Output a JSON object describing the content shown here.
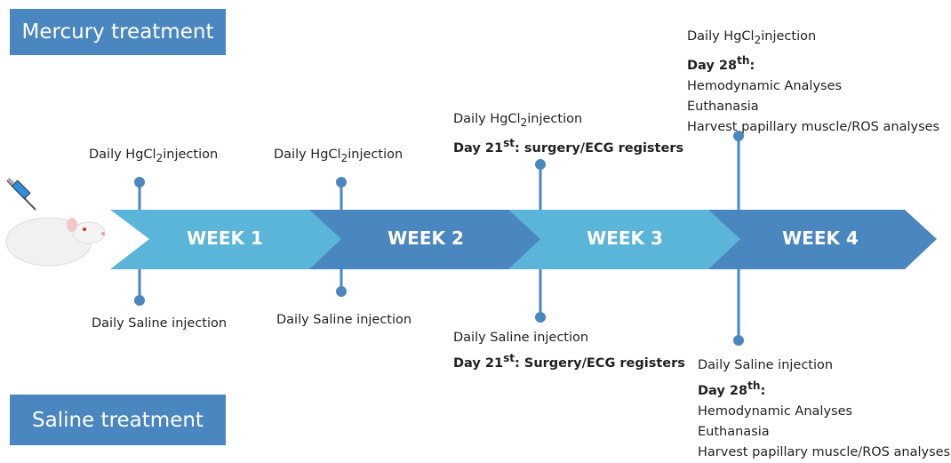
{
  "labels": {
    "mercury": "Mercury treatment",
    "saline": "Saline treatment"
  },
  "weeks": [
    "WEEK 1",
    "WEEK 2",
    "WEEK 3",
    "WEEK 4"
  ],
  "hg": {
    "pre": "Daily HgCl",
    "sub": "2",
    "post": "injection"
  },
  "saline_inj": "Daily Saline injection",
  "day21": {
    "pre": "Day 21",
    "sup": "st",
    "hg_post": ": surgery/ECG registers",
    "sal_post": ": Surgery/ECG registers"
  },
  "day28": {
    "pre": "Day 28",
    "sup": "th",
    "post": ":"
  },
  "final_steps": [
    "Hemodynamic Analyses",
    "Euthanasia",
    "Harvest papillary muscle/ROS analyses"
  ],
  "colors": {
    "light": "#5bb5d8",
    "dark": "#4a86c0"
  }
}
